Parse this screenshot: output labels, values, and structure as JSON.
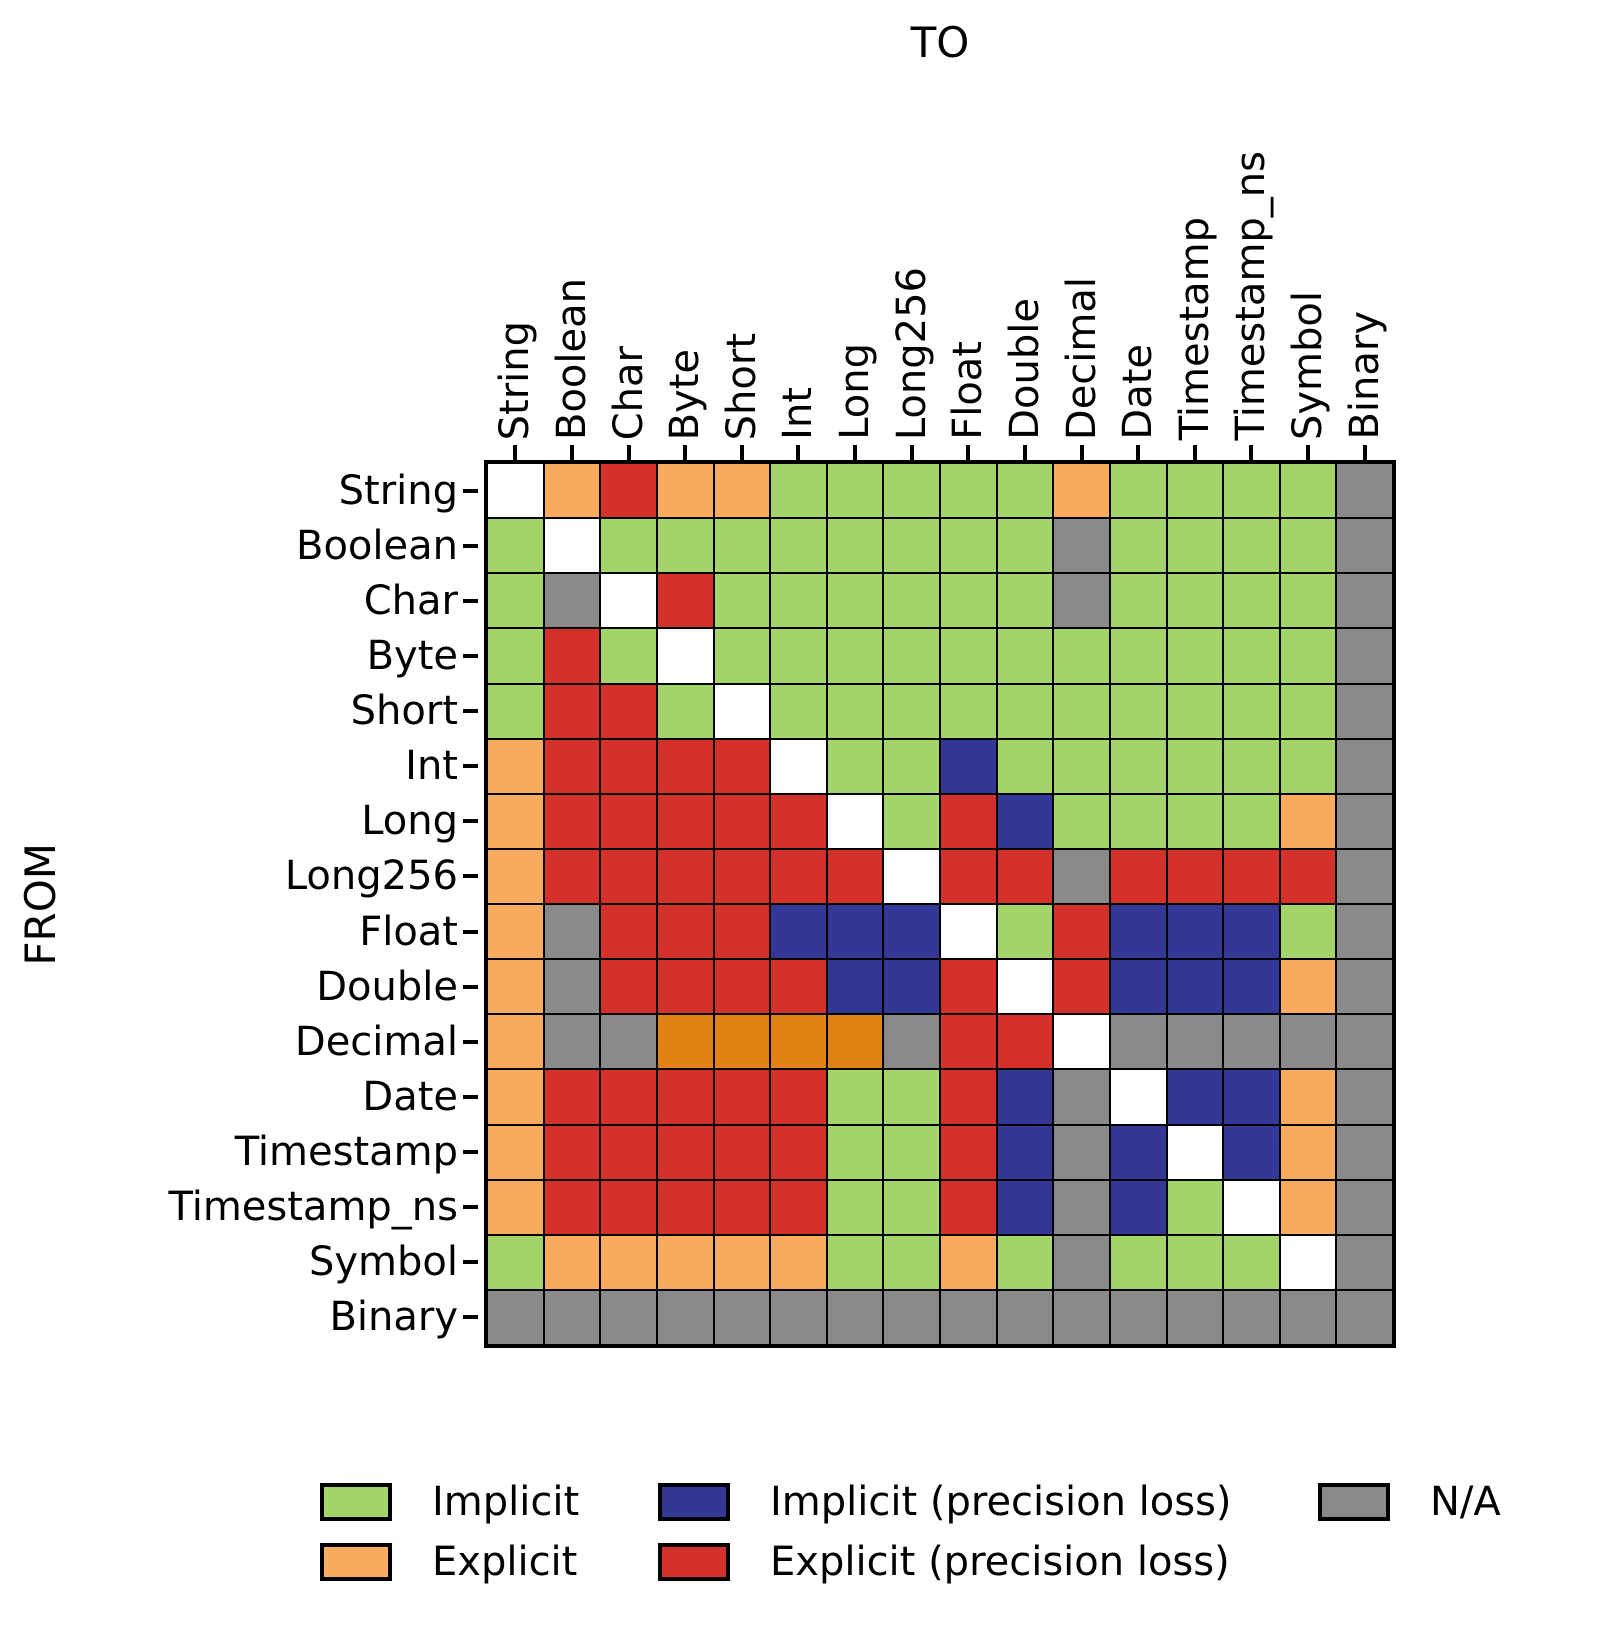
{
  "axis_titles": {
    "to": "TO",
    "from": "FROM"
  },
  "types": [
    "String",
    "Boolean",
    "Char",
    "Byte",
    "Short",
    "Int",
    "Long",
    "Long256",
    "Float",
    "Double",
    "Decimal",
    "Date",
    "Timestamp",
    "Timestamp_ns",
    "Symbol",
    "Binary"
  ],
  "colors": {
    "I": "#a3d56a",
    "E": "#fbab60",
    "E2": "#e08214",
    "IP": "#333795",
    "EP": "#d4312a",
    "NA": "#8a8a8a",
    "S": "#ffffff",
    "grid_line": "#000000",
    "background": "#ffffff"
  },
  "legend": {
    "items": [
      {
        "label": "Implicit",
        "code": "I",
        "color": "#a3d56a"
      },
      {
        "label": "Explicit",
        "code": "E",
        "color": "#fbab60"
      },
      {
        "label": "Implicit (precision loss)",
        "code": "IP",
        "color": "#333795"
      },
      {
        "label": "Explicit (precision loss)",
        "code": "EP",
        "color": "#d4312a"
      },
      {
        "label": "N/A",
        "code": "NA",
        "color": "#8a8a8a"
      }
    ]
  },
  "chart_data": {
    "type": "heatmap",
    "title": "",
    "x_axis_title": "TO",
    "y_axis_title": "FROM",
    "legend_position": "bottom",
    "grid": "black cell borders, white diagonal",
    "x_categories": [
      "String",
      "Boolean",
      "Char",
      "Byte",
      "Short",
      "Int",
      "Long",
      "Long256",
      "Float",
      "Double",
      "Decimal",
      "Date",
      "Timestamp",
      "Timestamp_ns",
      "Symbol",
      "Binary"
    ],
    "y_categories": [
      "String",
      "Boolean",
      "Char",
      "Byte",
      "Short",
      "Int",
      "Long",
      "Long256",
      "Float",
      "Double",
      "Decimal",
      "Date",
      "Timestamp",
      "Timestamp_ns",
      "Symbol",
      "Binary"
    ],
    "cell_code_meanings": {
      "I": "Implicit (green)",
      "E": "Explicit (orange)",
      "E2": "Explicit - darker orange shade not listed in legend",
      "IP": "Implicit (precision loss) (dark blue)",
      "EP": "Explicit (precision loss) (red)",
      "NA": "N/A (gray)",
      "S": "Same type / blank white diagonal"
    },
    "rows": [
      {
        "from": "String",
        "cells": [
          "S",
          "E",
          "EP",
          "E",
          "E",
          "I",
          "I",
          "I",
          "I",
          "I",
          "E",
          "I",
          "I",
          "I",
          "I",
          "NA"
        ]
      },
      {
        "from": "Boolean",
        "cells": [
          "I",
          "S",
          "I",
          "I",
          "I",
          "I",
          "I",
          "I",
          "I",
          "I",
          "NA",
          "I",
          "I",
          "I",
          "I",
          "NA"
        ]
      },
      {
        "from": "Char",
        "cells": [
          "I",
          "NA",
          "S",
          "EP",
          "I",
          "I",
          "I",
          "I",
          "I",
          "I",
          "NA",
          "I",
          "I",
          "I",
          "I",
          "NA"
        ]
      },
      {
        "from": "Byte",
        "cells": [
          "I",
          "EP",
          "I",
          "S",
          "I",
          "I",
          "I",
          "I",
          "I",
          "I",
          "I",
          "I",
          "I",
          "I",
          "I",
          "NA"
        ]
      },
      {
        "from": "Short",
        "cells": [
          "I",
          "EP",
          "EP",
          "I",
          "S",
          "I",
          "I",
          "I",
          "I",
          "I",
          "I",
          "I",
          "I",
          "I",
          "I",
          "NA"
        ]
      },
      {
        "from": "Int",
        "cells": [
          "E",
          "EP",
          "EP",
          "EP",
          "EP",
          "S",
          "I",
          "I",
          "IP",
          "I",
          "I",
          "I",
          "I",
          "I",
          "I",
          "NA"
        ]
      },
      {
        "from": "Long",
        "cells": [
          "E",
          "EP",
          "EP",
          "EP",
          "EP",
          "EP",
          "S",
          "I",
          "EP",
          "IP",
          "I",
          "I",
          "I",
          "I",
          "E",
          "NA"
        ]
      },
      {
        "from": "Long256",
        "cells": [
          "E",
          "EP",
          "EP",
          "EP",
          "EP",
          "EP",
          "EP",
          "S",
          "EP",
          "EP",
          "NA",
          "EP",
          "EP",
          "EP",
          "EP",
          "NA"
        ]
      },
      {
        "from": "Float",
        "cells": [
          "E",
          "NA",
          "EP",
          "EP",
          "EP",
          "IP",
          "IP",
          "IP",
          "S",
          "I",
          "EP",
          "IP",
          "IP",
          "IP",
          "I",
          "NA"
        ]
      },
      {
        "from": "Double",
        "cells": [
          "E",
          "NA",
          "EP",
          "EP",
          "EP",
          "EP",
          "IP",
          "IP",
          "EP",
          "S",
          "EP",
          "IP",
          "IP",
          "IP",
          "E",
          "NA"
        ]
      },
      {
        "from": "Decimal",
        "cells": [
          "E",
          "NA",
          "NA",
          "E2",
          "E2",
          "E2",
          "E2",
          "NA",
          "EP",
          "EP",
          "S",
          "NA",
          "NA",
          "NA",
          "NA",
          "NA"
        ]
      },
      {
        "from": "Date",
        "cells": [
          "E",
          "EP",
          "EP",
          "EP",
          "EP",
          "EP",
          "I",
          "I",
          "EP",
          "IP",
          "NA",
          "S",
          "IP",
          "IP",
          "E",
          "NA"
        ]
      },
      {
        "from": "Timestamp",
        "cells": [
          "E",
          "EP",
          "EP",
          "EP",
          "EP",
          "EP",
          "I",
          "I",
          "EP",
          "IP",
          "NA",
          "IP",
          "S",
          "IP",
          "E",
          "NA"
        ]
      },
      {
        "from": "Timestamp_ns",
        "cells": [
          "E",
          "EP",
          "EP",
          "EP",
          "EP",
          "EP",
          "I",
          "I",
          "EP",
          "IP",
          "NA",
          "IP",
          "I",
          "S",
          "E",
          "NA"
        ]
      },
      {
        "from": "Symbol",
        "cells": [
          "I",
          "E",
          "E",
          "E",
          "E",
          "E",
          "I",
          "I",
          "E",
          "I",
          "NA",
          "I",
          "I",
          "I",
          "S",
          "NA"
        ]
      },
      {
        "from": "Binary",
        "cells": [
          "NA",
          "NA",
          "NA",
          "NA",
          "NA",
          "NA",
          "NA",
          "NA",
          "NA",
          "NA",
          "NA",
          "NA",
          "NA",
          "NA",
          "NA",
          "NA"
        ]
      }
    ]
  }
}
